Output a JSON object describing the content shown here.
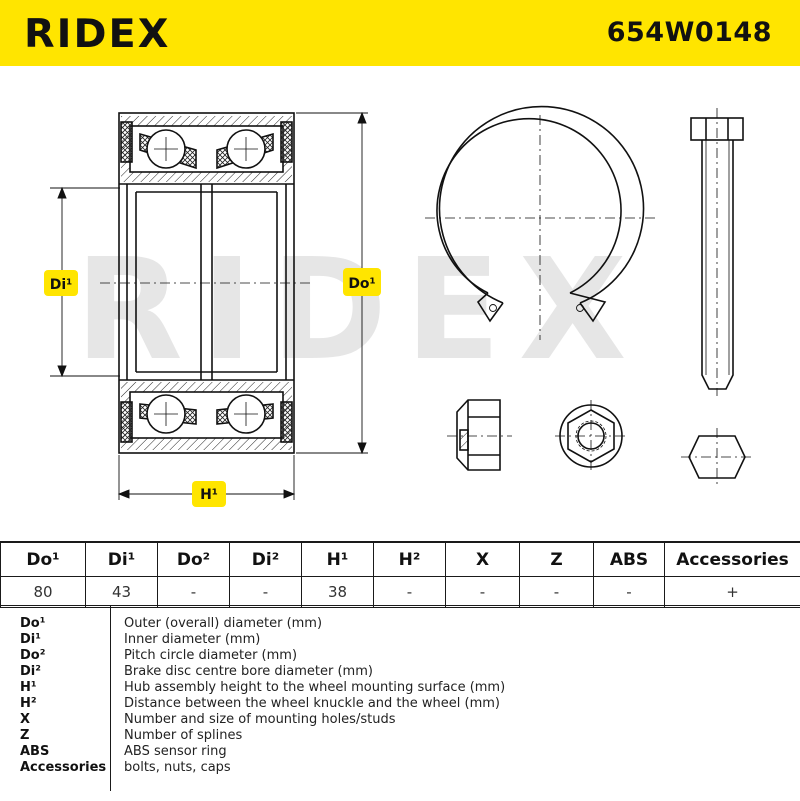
{
  "header": {
    "brand": "RIDEX",
    "part_number": "654W0148"
  },
  "drawing": {
    "watermark": "RIDEX",
    "label_di": "Di¹",
    "label_do": "Do¹",
    "label_h": "H¹",
    "accent_color": "#ffe500"
  },
  "table": {
    "headers": [
      "Do¹",
      "Di¹",
      "Do²",
      "Di²",
      "H¹",
      "H²",
      "X",
      "Z",
      "ABS",
      "Accessories"
    ],
    "values": [
      "80",
      "43",
      "-",
      "-",
      "38",
      "-",
      "-",
      "-",
      "-",
      "+"
    ]
  },
  "legend": [
    {
      "key": "Do¹",
      "desc": "Outer (overall) diameter (mm)"
    },
    {
      "key": "Di¹",
      "desc": "Inner diameter (mm)"
    },
    {
      "key": "Do²",
      "desc": "Pitch circle diameter (mm)"
    },
    {
      "key": "Di²",
      "desc": "Brake disc centre bore diameter (mm)"
    },
    {
      "key": "H¹",
      "desc": "Hub assembly height to the wheel mounting surface (mm)"
    },
    {
      "key": "H²",
      "desc": "Distance between the wheel knuckle and the wheel (mm)"
    },
    {
      "key": "X",
      "desc": "Number and size of mounting holes/studs"
    },
    {
      "key": "Z",
      "desc": "Number of splines"
    },
    {
      "key": "ABS",
      "desc": "ABS sensor ring"
    },
    {
      "key": "Accessories",
      "desc": "bolts, nuts, caps"
    }
  ]
}
